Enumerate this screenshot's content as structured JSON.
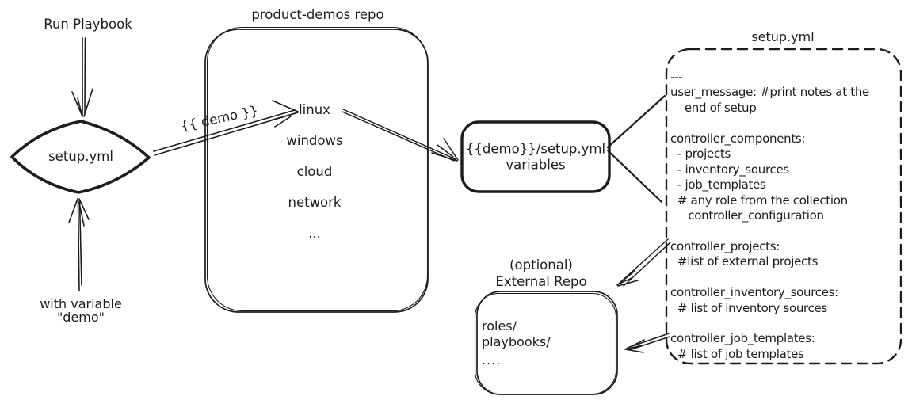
{
  "colors": {
    "ink": "#1c1c1c",
    "background": "#ffffff"
  },
  "left_flow": {
    "run_playbook_label": "Run Playbook",
    "diamond_label": "setup.yml",
    "with_variable_line1": "with variable",
    "with_variable_line2": "\"demo\""
  },
  "demo_arrow": {
    "label": "{{ demo }}"
  },
  "repo_box": {
    "title": "product-demos repo",
    "items": [
      "linux",
      "windows",
      "cloud",
      "network",
      "..."
    ]
  },
  "variables_box": {
    "line1": "{{demo}}/setup.yml",
    "line2": "variables"
  },
  "setup_yml_box": {
    "title": "setup.yml",
    "lines": [
      "---",
      "user_message: #print notes at the",
      "    end of setup",
      "",
      "controller_components:",
      "  - projects",
      "  - inventory_sources",
      "  - job_templates",
      "  # any role from the collection",
      "     controller_configuration",
      "",
      "controller_projects:",
      "  #list of external projects",
      "",
      "controller_inventory_sources:",
      "  # list of inventory sources",
      "",
      "controller_job_templates:",
      "  # list of job templates"
    ]
  },
  "external_repo_box": {
    "label_line1": "(optional)",
    "label_line2": "External Repo",
    "item1": "roles/",
    "item2": "playbooks/",
    "item3": "...."
  }
}
